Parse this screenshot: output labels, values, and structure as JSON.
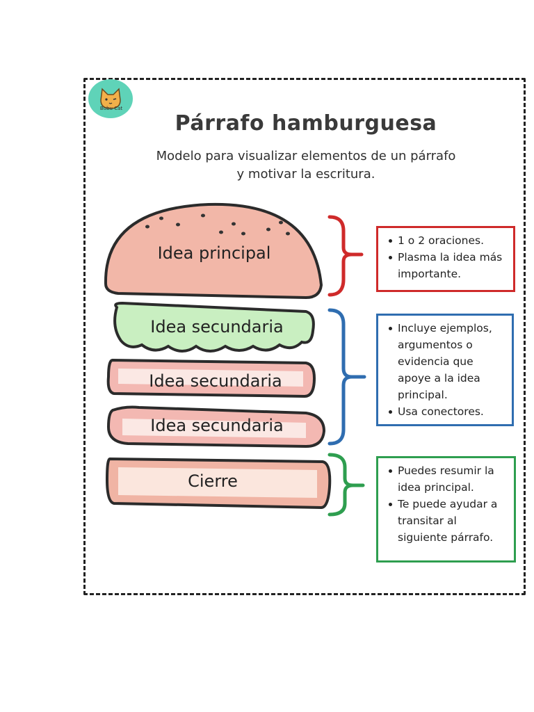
{
  "logo": {
    "text": "Bubu Cat"
  },
  "title": "Párrafo hamburguesa",
  "subtitle": {
    "line1": "Modelo para visualizar elementos de un párrafo",
    "line2": "y motivar la escritura."
  },
  "layers": [
    {
      "label": "Idea principal",
      "color": "#f2b7a8"
    },
    {
      "label": "Idea secundaria",
      "color": "#c9efc1"
    },
    {
      "label": "Idea secundaria",
      "color": "#f3b8b2"
    },
    {
      "label": "Idea secundaria",
      "color": "#f3b8b2"
    },
    {
      "label": "Cierre",
      "color": "#f0b4a4"
    }
  ],
  "notes": {
    "red": {
      "color": "#cf2a2a",
      "items": [
        "1 o 2 oraciones.",
        "Plasma la idea más importante."
      ]
    },
    "blue": {
      "color": "#2f6db0",
      "items": [
        "Incluye ejemplos, argumentos o evidencia que apoye a la idea principal.",
        "Usa conectores."
      ]
    },
    "green": {
      "color": "#2e9e4f",
      "items": [
        "Puedes resumir la idea principal.",
        "Te puede ayudar a transitar al siguiente párrafo."
      ]
    }
  }
}
